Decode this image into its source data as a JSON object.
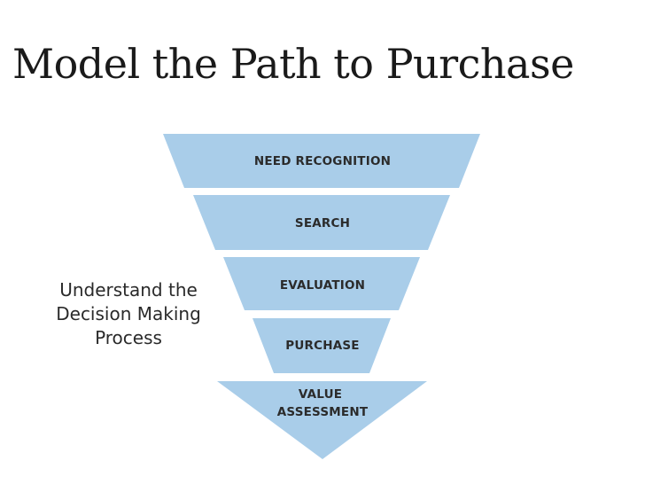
{
  "title": "Model the Path to Purchase",
  "side_note": {
    "lines": [
      "Understand the",
      "Decision Making",
      "Process"
    ]
  },
  "funnel": {
    "fill_color": "#a9cde9",
    "stages": [
      {
        "lines": [
          "NEED RECOGNITION"
        ]
      },
      {
        "lines": [
          "SEARCH"
        ]
      },
      {
        "lines": [
          "EVALUATION"
        ]
      },
      {
        "lines": [
          "PURCHASE"
        ]
      },
      {
        "lines": [
          "VALUE",
          "ASSESSMENT"
        ]
      }
    ]
  }
}
